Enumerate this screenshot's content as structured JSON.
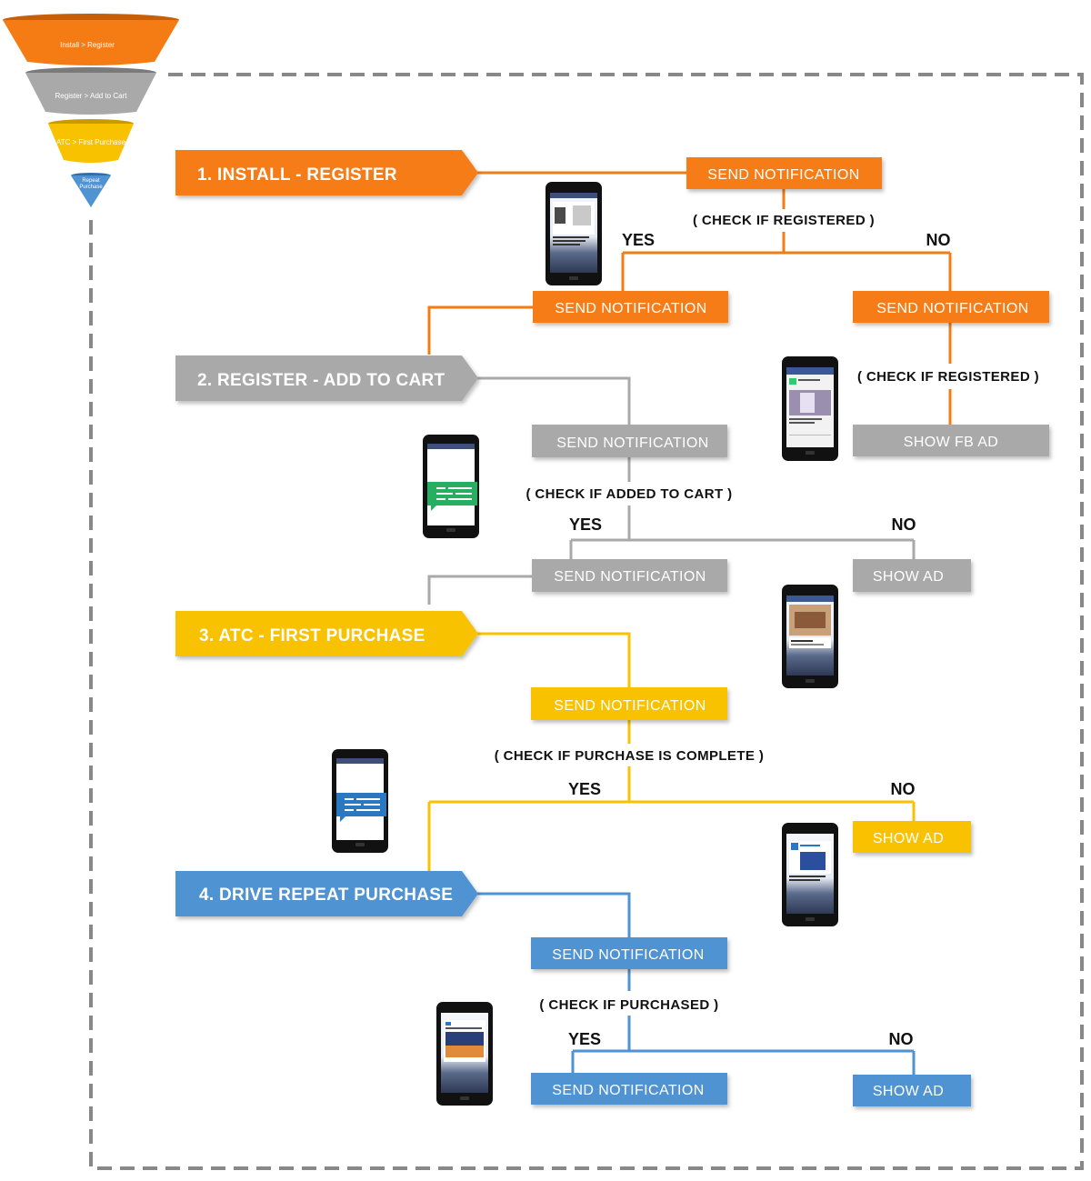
{
  "colors": {
    "orange": "#f57c14",
    "gray": "#a9a9a9",
    "yellow": "#f8c200",
    "blue": "#4f93d3",
    "dashed_border": "#888888"
  },
  "funnel": {
    "levels": [
      {
        "label": "Install > Register",
        "color": "#f57c14"
      },
      {
        "label": "Register > Add to Cart",
        "color": "#a9a9a9"
      },
      {
        "label": "ATC > First Purchase",
        "color": "#f8c200"
      },
      {
        "label_line1": "Repeat",
        "label_line2": "Purchase",
        "color": "#4f93d3"
      }
    ]
  },
  "stages": [
    {
      "label": "1. INSTALL - REGISTER"
    },
    {
      "label": "2. REGISTER - ADD TO CART"
    },
    {
      "label": "3. ATC - FIRST PURCHASE"
    },
    {
      "label": "4. DRIVE REPEAT PURCHASE"
    }
  ],
  "stage1": {
    "send": "SEND NOTIFICATION",
    "check": "( CHECK IF REGISTERED )",
    "yes": "YES",
    "no": "NO",
    "yes_action": "SEND NOTIFICATION",
    "no_action": "SEND NOTIFICATION",
    "no_check": "( CHECK IF REGISTERED )",
    "no_final": "SHOW FB AD"
  },
  "stage2": {
    "send": "SEND NOTIFICATION",
    "check": "( CHECK IF ADDED TO CART )",
    "yes": "YES",
    "no": "NO",
    "yes_action": "SEND NOTIFICATION",
    "no_action": "SHOW AD"
  },
  "stage3": {
    "send": "SEND NOTIFICATION",
    "check": "( CHECK IF PURCHASE IS COMPLETE )",
    "yes": "YES",
    "no": "NO",
    "no_action": "SHOW AD"
  },
  "stage4": {
    "send": "SEND NOTIFICATION",
    "check": "( CHECK IF PURCHASED )",
    "yes": "YES",
    "no": "NO",
    "yes_action": "SEND NOTIFICATION",
    "no_action": "SHOW AD"
  },
  "phones": [
    {
      "icon": "phone-notification-screenshot-icon"
    },
    {
      "icon": "phone-facebook-ad-icon"
    },
    {
      "icon": "phone-green-chat-bubble-icon"
    },
    {
      "icon": "phone-facebook-feed-icon"
    },
    {
      "icon": "phone-blue-chat-bubble-icon"
    },
    {
      "icon": "phone-facebook-ad-icon"
    },
    {
      "icon": "phone-travel-notification-icon"
    }
  ]
}
